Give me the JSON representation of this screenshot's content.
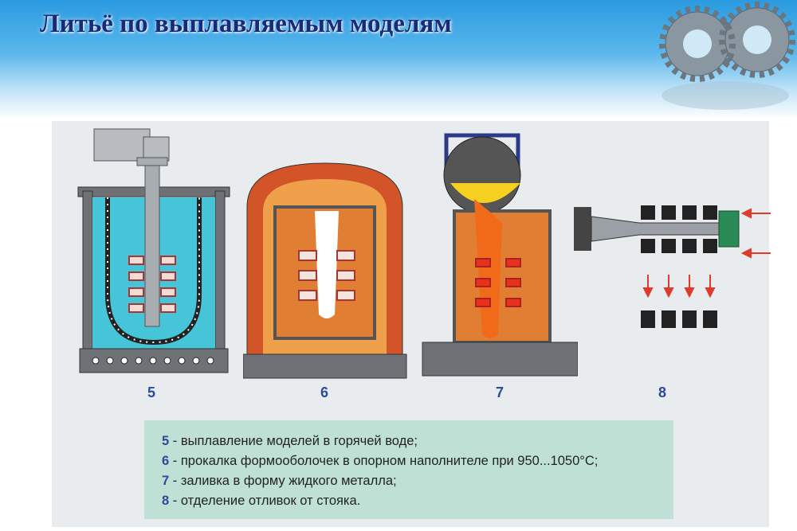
{
  "title": "Литьё по выплавляемым моделям",
  "figure_labels": [
    "5",
    "6",
    "7",
    "8"
  ],
  "legend": [
    {
      "num": "5",
      "text": "- выплавление моделей в горячей воде;"
    },
    {
      "num": "6",
      "text": "- прокалка формооболочек в опорном наполнителе при 950...1050°С;"
    },
    {
      "num": "7",
      "text": "- заливка в форму жидкого металла;"
    },
    {
      "num": "8",
      "text": "- отделение отливок от стояка."
    }
  ],
  "colors": {
    "title": "#1a2a78",
    "label": "#2d4a9a",
    "water": "#45c6d8",
    "filler": "#e8873a",
    "metal": "#f5d020",
    "caption_bg": "#bfe0d5"
  }
}
